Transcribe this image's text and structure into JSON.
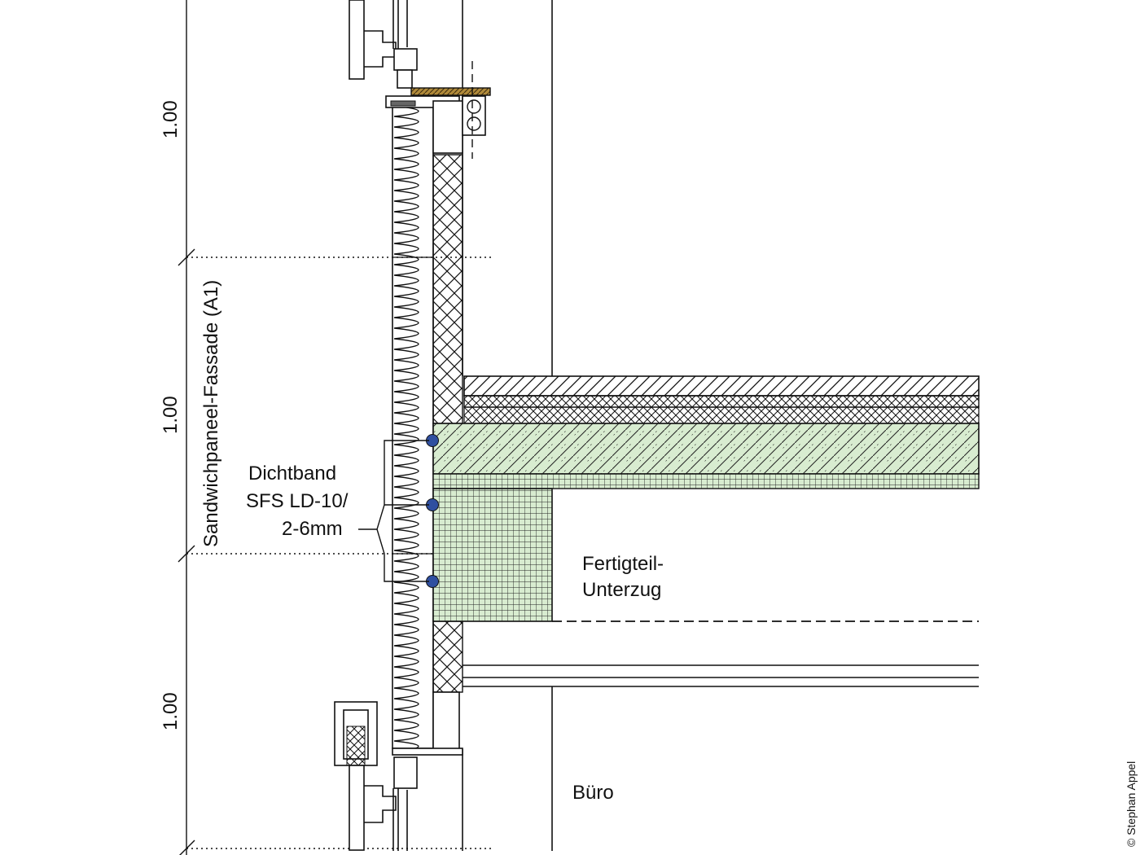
{
  "labels": {
    "dim_top": "1.00",
    "dim_mid": "1.00",
    "dim_bottom": "1.00",
    "facade": "Sandwichpaneel-Fassade (A1)",
    "dichtband_line1": "Dichtband",
    "dichtband_line2": "SFS LD-10/",
    "dichtband_line3": "2-6mm",
    "unterzug_line1": "Fertigteil-",
    "unterzug_line2": "Unterzug",
    "room": "Büro",
    "copyright": "© Stephan Appel"
  },
  "colors": {
    "line": "#111111",
    "concrete_fill": "#d8ecd0",
    "seal_dot": "#2f4fa0",
    "timber": "#b08a3a"
  }
}
